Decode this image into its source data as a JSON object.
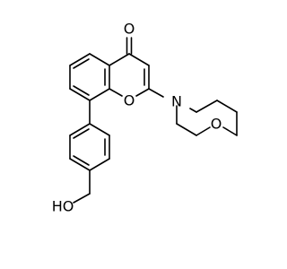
{
  "molecule": {
    "atoms": {
      "carbonyl_oxygen": "O",
      "ring_oxygen": "O",
      "morpholine_nitrogen": "N",
      "morpholine_oxygen": "O",
      "hydroxyl": "HO"
    }
  }
}
